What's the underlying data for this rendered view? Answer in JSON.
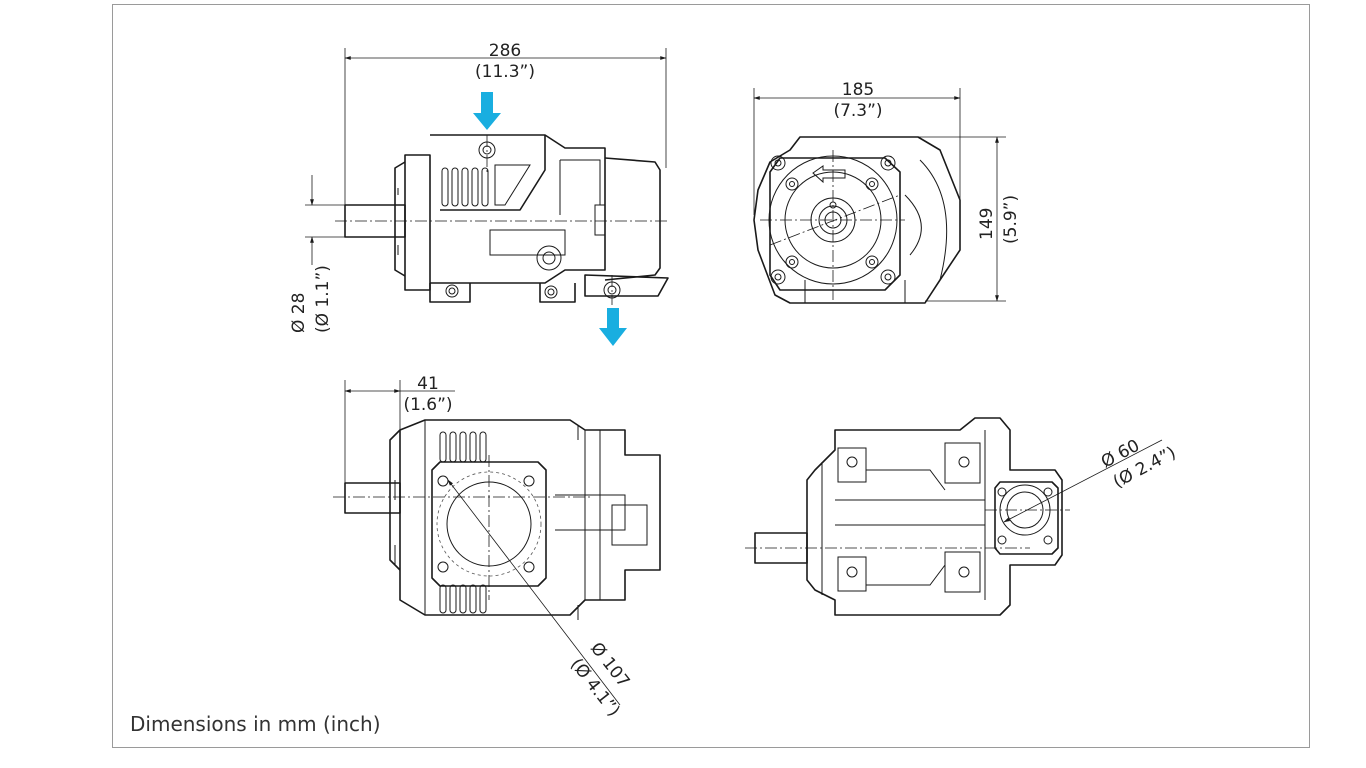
{
  "caption": "Dimensions in mm (inch)",
  "dimensions": {
    "overall_length": {
      "value": "286",
      "inch": "(11.3”)"
    },
    "width": {
      "value": "185",
      "inch": "(7.3”)"
    },
    "height": {
      "value": "149",
      "inch": "(5.9”)"
    },
    "shaft_diameter": {
      "value": "Ø 28",
      "inch": "(Ø 1.1”)"
    },
    "shaft_length": {
      "value": "41",
      "inch": "(1.6”)"
    },
    "flange_diameter": {
      "value": "Ø 107",
      "inch": "(Ø 4.1”)"
    },
    "port_diameter": {
      "value": "Ø 60",
      "inch": "(Ø 2.4”)"
    }
  },
  "colors": {
    "flow_arrow": "#19aee0",
    "line": "#1a1a1a",
    "frame": "#9a9a9a"
  },
  "icons": [
    "inlet-arrow-icon",
    "outlet-arrow-icon",
    "rotation-arrow-icon"
  ]
}
